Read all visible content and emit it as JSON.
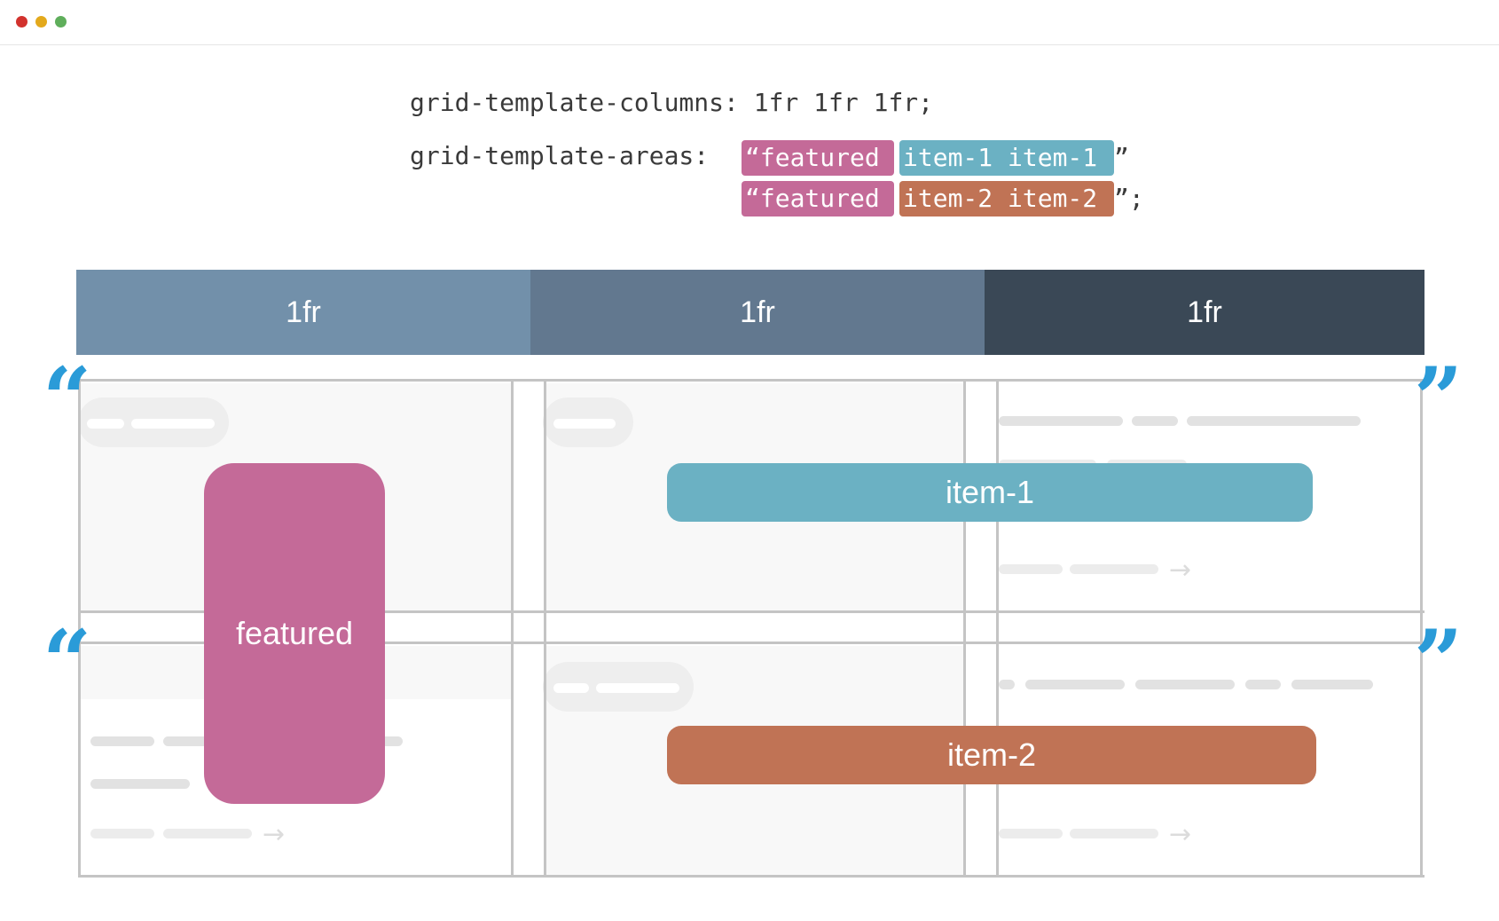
{
  "window": {
    "controls": [
      {
        "name": "close-dot",
        "color": "#d2322d"
      },
      {
        "name": "minimize-dot",
        "color": "#e3a91c"
      },
      {
        "name": "maximize-dot",
        "color": "#5fae5b"
      }
    ]
  },
  "code": {
    "columns_line": "grid-template-columns: 1fr 1fr 1fr;",
    "areas_prefix": "grid-template-areas: ",
    "row1": {
      "featured": "“featured",
      "item": "item-1 item-1",
      "end": "”"
    },
    "row2": {
      "featured": "“featured",
      "item": "item-2 item-2",
      "end": "”;"
    }
  },
  "columns": [
    {
      "label": "1fr",
      "color": "#7290aa"
    },
    {
      "label": "1fr",
      "color": "#62788f"
    },
    {
      "label": "1fr",
      "color": "#3a4856"
    }
  ],
  "quotes": {
    "open": "“",
    "close": "”"
  },
  "areas": {
    "featured": {
      "label": "featured",
      "color": "#c46a98"
    },
    "item1": {
      "label": "item-1",
      "color": "#6bb1c3"
    },
    "item2": {
      "label": "item-2",
      "color": "#c07355"
    }
  },
  "icons": {
    "arrow": "→"
  }
}
